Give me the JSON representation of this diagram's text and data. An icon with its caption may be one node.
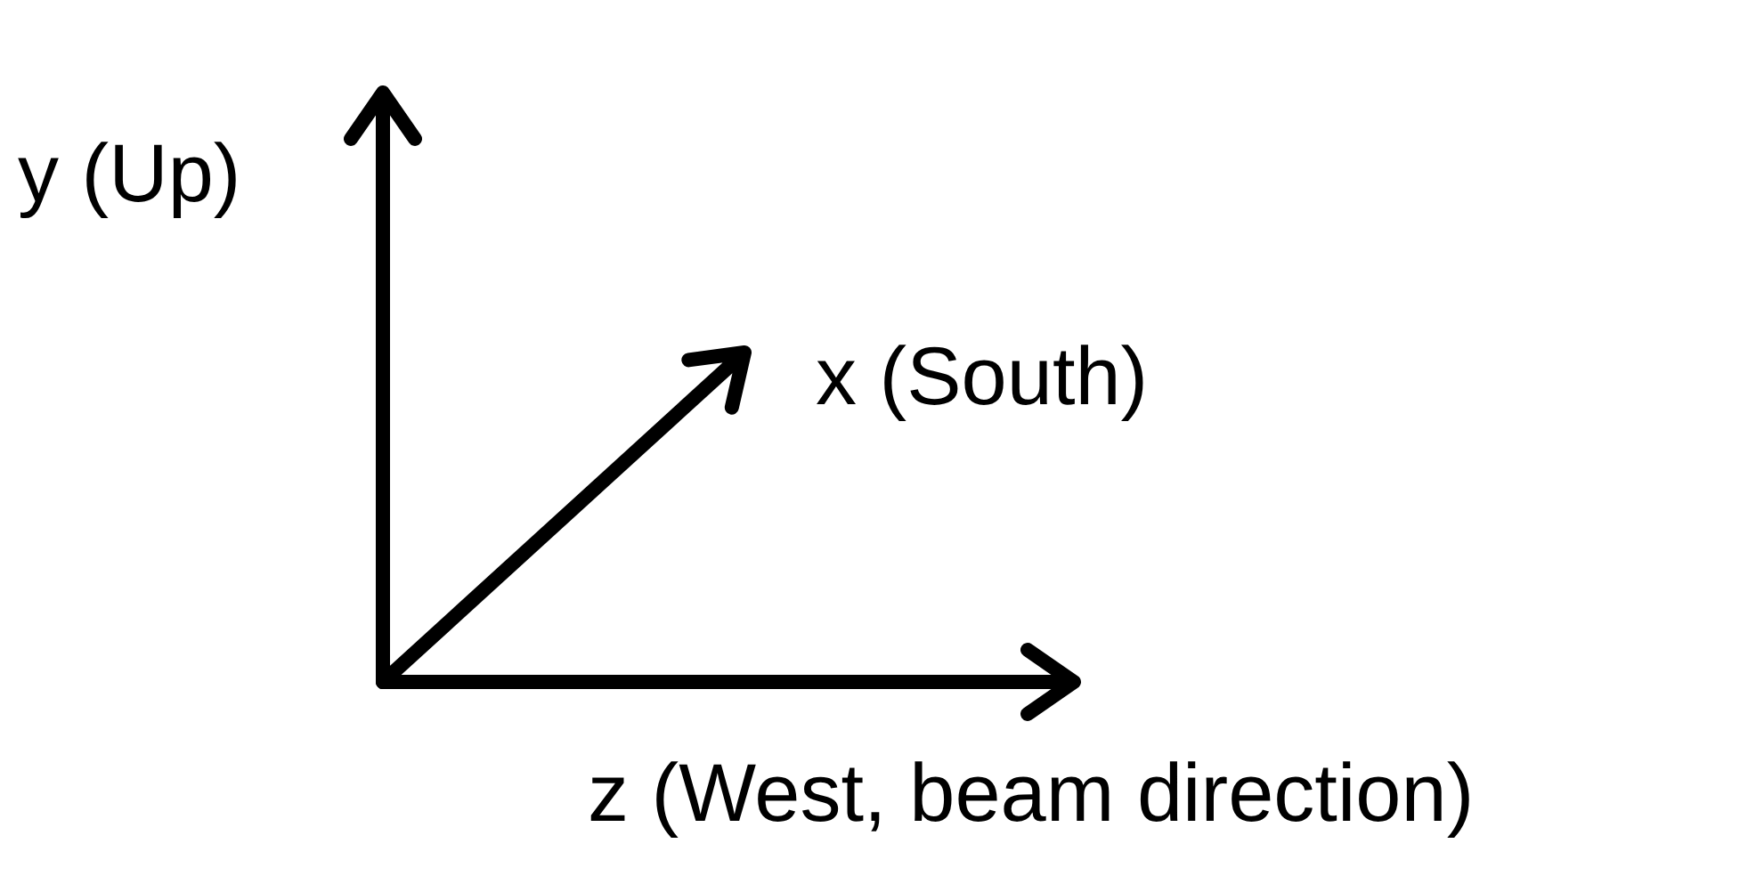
{
  "diagram": {
    "labels": [
      "y (Up)",
      "x (South)",
      "z (West, beam direction)"
    ]
  }
}
